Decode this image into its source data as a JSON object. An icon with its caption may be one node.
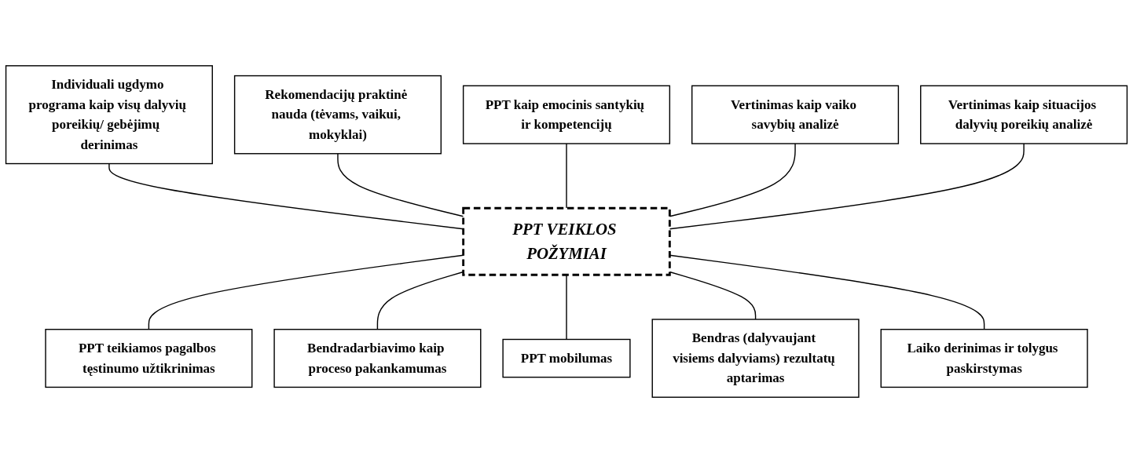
{
  "diagram": {
    "nodes": [
      {
        "text": [
          "Individuali ugdymo programa kaip visų dalyvių poreikių/ gebėjimų  derinimas"
        ]
      },
      {
        "text": [
          "Rekomendacijų praktinė nauda (tėvams, vaikui, mokyklai)"
        ]
      },
      {
        "text": [
          "Vertinimas kaip vaiko savybių analizė"
        ]
      },
      {
        "text": [
          "Vertinimas kaip situacijos dalyvių poreikių analizė"
        ]
      },
      {
        "text": [
          "PPT kaip emocinis santykių ir kompetencijų"
        ]
      },
      {
        "text": [
          "PPT VEIKLOS POŽYMIAI"
        ]
      },
      {
        "text": [
          "Laiko derinimas ir tolygus paskirstymas"
        ]
      },
      {
        "text": [
          "PPT teikiamos pagalbos tęstinumo užtikrinimas"
        ]
      },
      {
        "text": [
          "Bendradarbiavimo kaip proceso pakankamumas"
        ]
      },
      {
        "text": [
          "PPT mobilumas"
        ]
      },
      {
        "text": [
          "Bendras (dalyvaujant visiems dalyviams) rezultatų aptarimas"
        ]
      }
    ],
    "edges": [
      {
        "from": 0,
        "to": 5,
        "arrow": "none"
      },
      {
        "from": 1,
        "to": 5,
        "arrow": "none"
      },
      {
        "from": 4,
        "to": 5,
        "arrow": "none"
      },
      {
        "from": 2,
        "to": 5,
        "arrow": "none"
      },
      {
        "from": 3,
        "to": 5,
        "arrow": "none"
      },
      {
        "from": 5,
        "to": 7,
        "arrow": "none"
      },
      {
        "from": 5,
        "to": 8,
        "arrow": "none"
      },
      {
        "from": 5,
        "to": 9,
        "arrow": "none"
      },
      {
        "from": 5,
        "to": 10,
        "arrow": "none"
      },
      {
        "from": 5,
        "to": 6,
        "arrow": "none"
      }
    ]
  }
}
